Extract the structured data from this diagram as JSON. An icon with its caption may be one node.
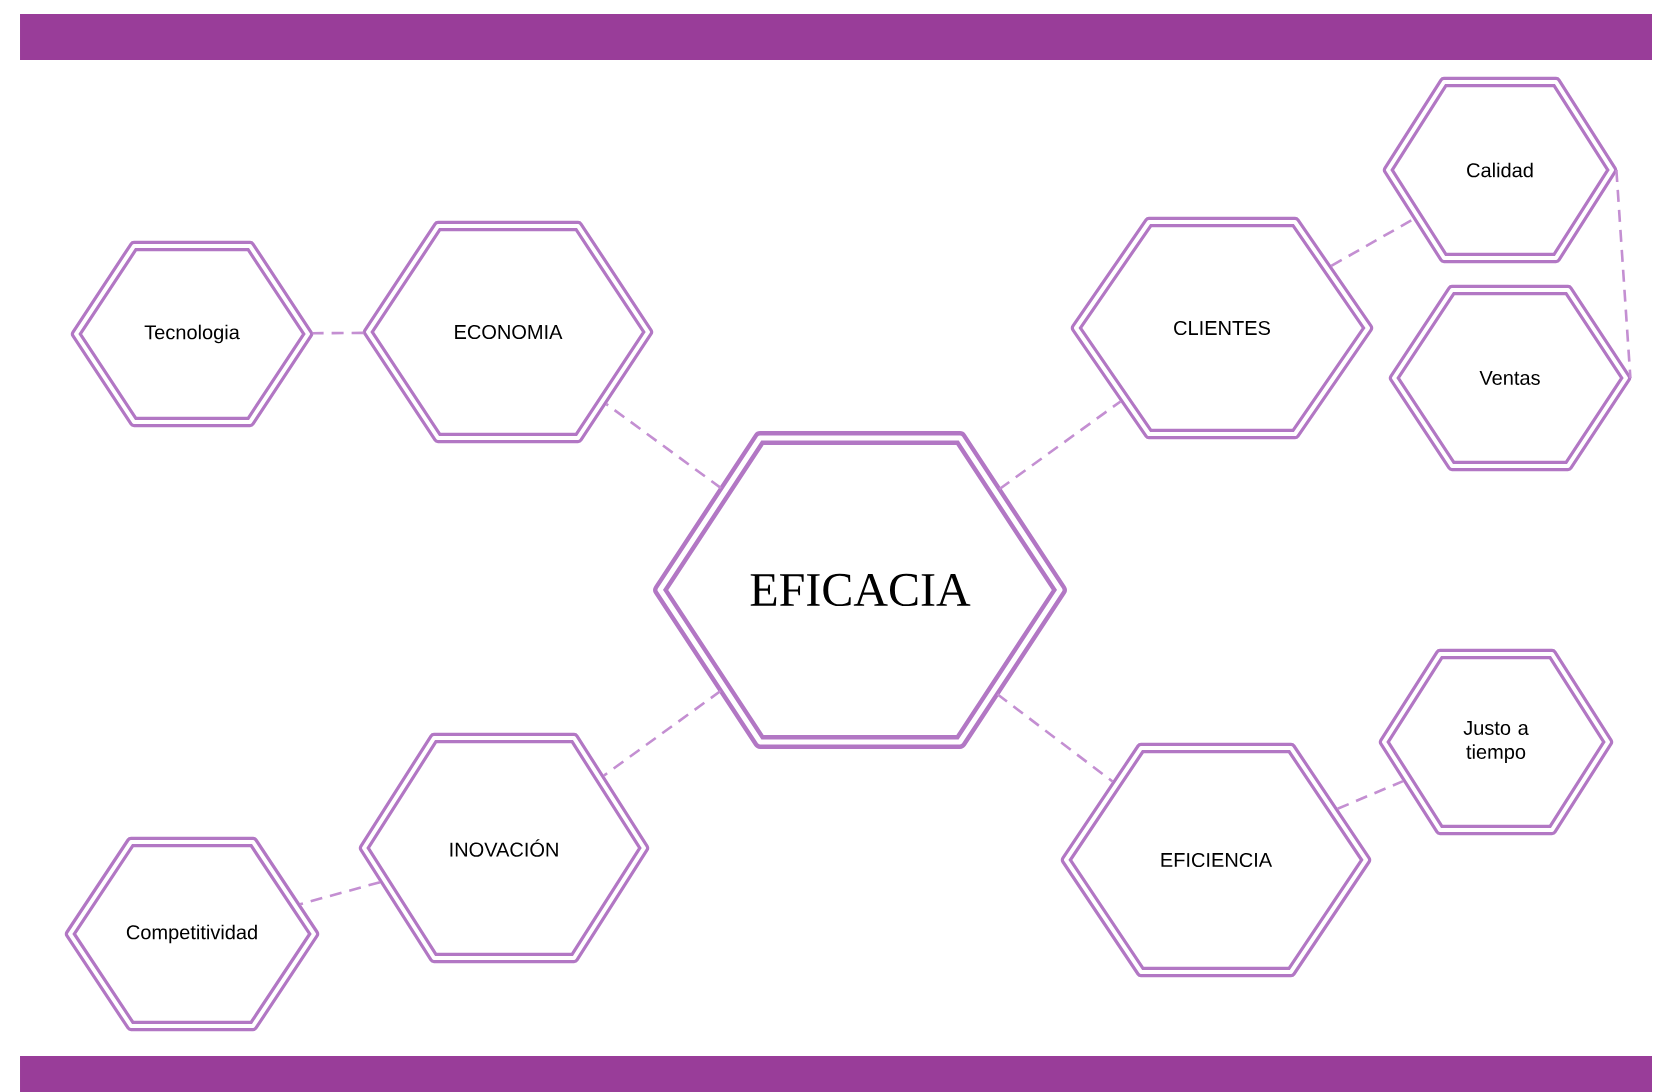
{
  "diagram": {
    "nodes": [
      {
        "text": [
          "EFICACIA"
        ]
      },
      {
        "text": [
          "ECONOMIA"
        ]
      },
      {
        "text": [
          "Tecnologia"
        ]
      },
      {
        "text": [
          "CLIENTES"
        ]
      },
      {
        "text": [
          "Calidad"
        ]
      },
      {
        "text": [
          "Ventas"
        ]
      },
      {
        "text": [
          "INOVACIÓN"
        ]
      },
      {
        "text": [
          "Competitividad"
        ]
      },
      {
        "text": [
          "EFICIENCIA"
        ]
      },
      {
        "text": [
          "Justo a tiempo"
        ]
      }
    ],
    "edges": [
      {
        "from": 0,
        "to": 1,
        "arrow": "none",
        "style": "dashed"
      },
      {
        "from": 1,
        "to": 2,
        "arrow": "none",
        "style": "dashed"
      },
      {
        "from": 0,
        "to": 3,
        "arrow": "none",
        "style": "dashed"
      },
      {
        "from": 3,
        "to": 4,
        "arrow": "none",
        "style": "dashed"
      },
      {
        "from": 4,
        "to": 5,
        "arrow": "none",
        "style": "dashed"
      },
      {
        "from": 0,
        "to": 6,
        "arrow": "none",
        "style": "dashed"
      },
      {
        "from": 6,
        "to": 7,
        "arrow": "none",
        "style": "dashed"
      },
      {
        "from": 0,
        "to": 8,
        "arrow": "none",
        "style": "dashed"
      },
      {
        "from": 8,
        "to": 9,
        "arrow": "none",
        "style": "dashed"
      }
    ]
  }
}
